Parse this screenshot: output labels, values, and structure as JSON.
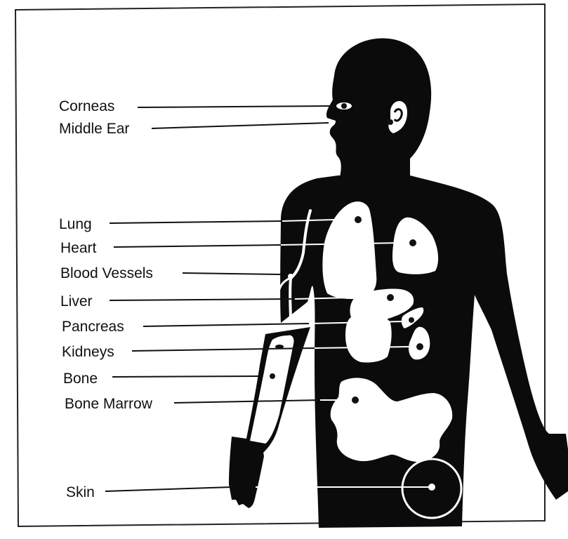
{
  "diagram": {
    "labels": {
      "corneas": "Corneas",
      "middle_ear": "Middle Ear",
      "lung": "Lung",
      "heart": "Heart",
      "blood_vessels": "Blood Vessels",
      "liver": "Liver",
      "pancreas": "Pancreas",
      "kidneys": "Kidneys",
      "bone": "Bone",
      "bone_marrow": "Bone Marrow",
      "skin": "Skin"
    },
    "colors": {
      "silhouette": "#0b0b0b",
      "organ": "#ffffff",
      "text": "#111111",
      "frame": "#222222"
    }
  }
}
